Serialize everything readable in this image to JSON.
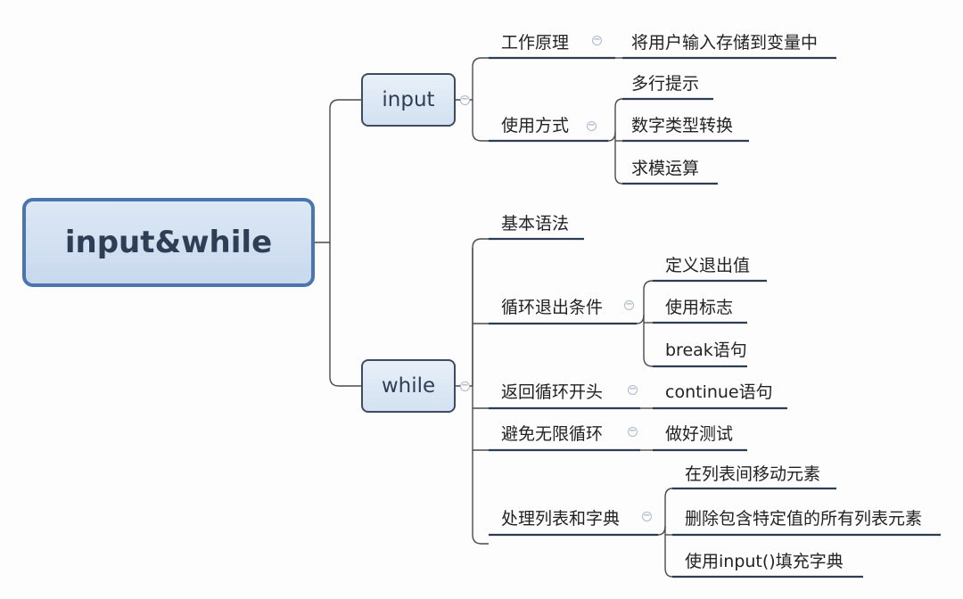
{
  "root": {
    "label": "input&while"
  },
  "branches": [
    {
      "label": "input",
      "children": [
        {
          "label": "工作原理",
          "children": [
            "将用户输入存储到变量中"
          ]
        },
        {
          "label": "使用方式",
          "children": [
            "多行提示",
            "数字类型转换",
            "求模运算"
          ]
        }
      ]
    },
    {
      "label": "while",
      "children": [
        {
          "label": "基本语法",
          "children": []
        },
        {
          "label": "循环退出条件",
          "children": [
            "定义退出值",
            "使用标志",
            "break语句"
          ]
        },
        {
          "label": "返回循环开头",
          "children": [
            "continue语句"
          ]
        },
        {
          "label": "避免无限循环",
          "children": [
            "做好测试"
          ]
        },
        {
          "label": "处理列表和字典",
          "children": [
            "在列表间移动元素",
            "删除包含特定值的所有列表元素",
            "使用input()填充字典"
          ]
        }
      ]
    }
  ],
  "toggle_symbol": "−",
  "colors": {
    "line": "#4a4a4a",
    "underline": "#2d3d52",
    "root_border": "#4a76ad",
    "box_fill": "#d9e5f3"
  }
}
